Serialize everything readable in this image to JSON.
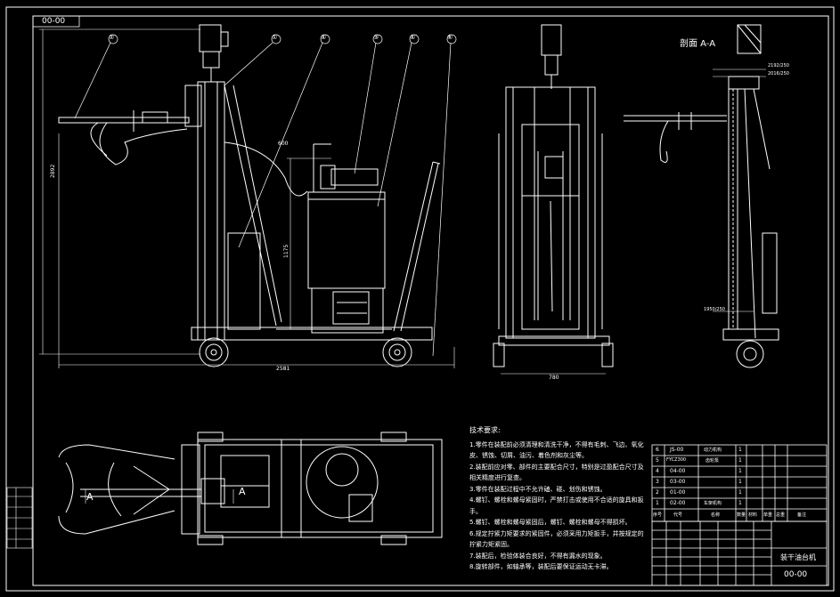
{
  "drawing_number_top": "00-00",
  "section_title": "剖面 A-A",
  "section_markers": [
    "A",
    "A"
  ],
  "balloons": [
    "②",
    "①",
    "④",
    "③",
    "④",
    "⑥"
  ],
  "tech_requirements": {
    "title": "技术要求:",
    "lines": [
      "1.零件在装配前必须清理和清洗干净，不得有毛刺、飞边、氧化皮、锈蚀、切屑、油污、着色剂和灰尘等。",
      "2.装配前应对零、部件的主要配合尺寸，特别是过盈配合尺寸及相关精度进行复查。",
      "3.零件在装配过程中不允许磕、碰、划伤和锈蚀。",
      "4.螺钉、螺栓和螺母紧固时，严禁打击或使用不合适的旋具和扳手。",
      "5.螺钉、螺栓和螺母紧固后，螺钉、螺栓和螺母不得损坏。",
      "6.规定拧紧力矩要求的紧固件，必须采用力矩扳手，并按规定的拧紧力矩紧固。",
      "7.装配后，检验体装合良好，不得有漏水的现象。",
      "8.旋转部件，如轴承等，装配后要保证运动无卡滞。"
    ]
  },
  "parts_list": {
    "rows": [
      {
        "no": "6",
        "code": "JS-00",
        "name": "动力机构",
        "qty": "1"
      },
      {
        "no": "5",
        "code": "FYCZ300",
        "name": "齿轮泵",
        "qty": "1"
      },
      {
        "no": "4",
        "code": "04-00",
        "name": "",
        "qty": "1"
      },
      {
        "no": "3",
        "code": "03-00",
        "name": "",
        "qty": "1"
      },
      {
        "no": "2",
        "code": "01-00",
        "name": "",
        "qty": "1"
      },
      {
        "no": "1",
        "code": "02-00",
        "name": "车架机构",
        "qty": "1"
      }
    ],
    "header": [
      "序号",
      "代号",
      "名称",
      "数量",
      "材料",
      "单重",
      "总重",
      "备注"
    ]
  },
  "title_block": {
    "product_name": "装干油台机",
    "drawing_number": "00-00"
  },
  "dimensions": {
    "overall_height": "2892",
    "overall_length": "2581",
    "front_width": "780",
    "tank_height": "1175",
    "tank_top": "600",
    "elev_1": "2192/250",
    "elev_2": "2016/250",
    "elev_3": "1950/250"
  }
}
